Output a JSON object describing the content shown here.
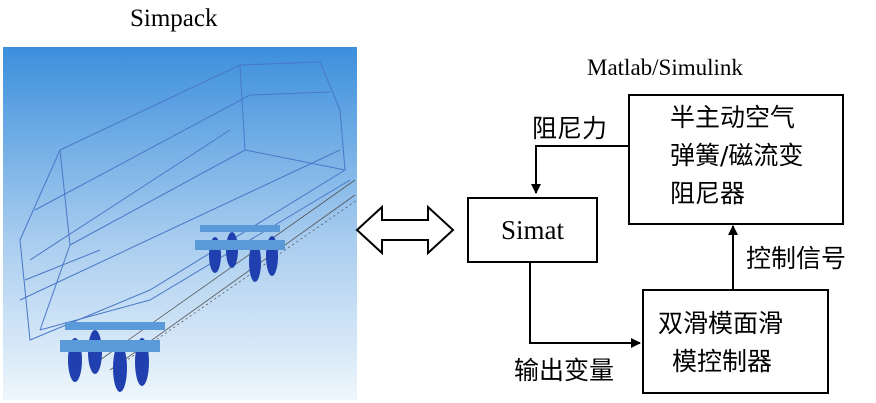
{
  "left_label": "Simpack",
  "right_label": "Matlab/Simulink",
  "blocks": {
    "damper": [
      "半主动空气",
      "弹簧/磁流变",
      "阻尼器"
    ],
    "simat": "Simat",
    "controller": [
      "双滑模面滑",
      "模控制器"
    ]
  },
  "signals": {
    "damping_force": "阻尼力",
    "control_signal": "控制信号",
    "output_variable": "输出变量"
  },
  "colors": {
    "sky_top": "#3c8fdc",
    "sky_bottom": "#eef6fc",
    "wire": "#4a78c8",
    "wheel": "#2040b0"
  }
}
